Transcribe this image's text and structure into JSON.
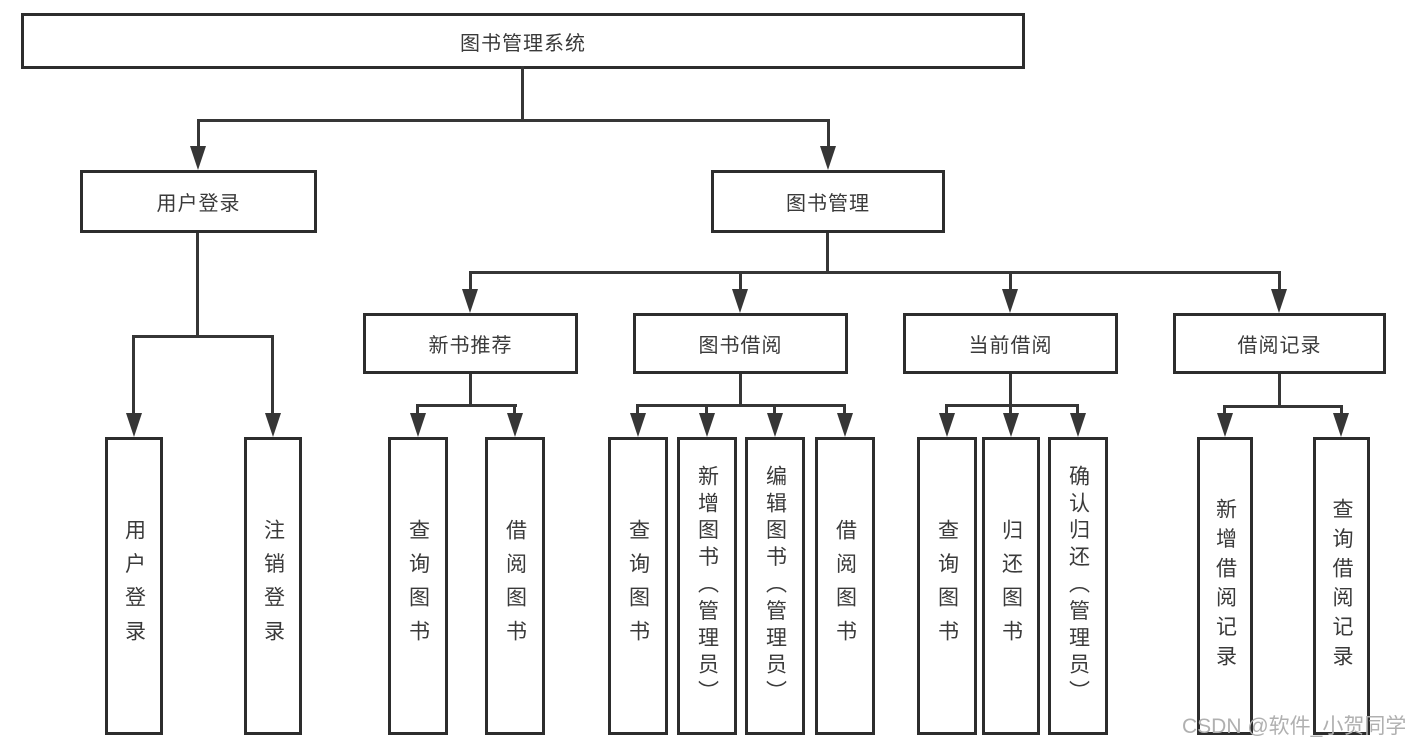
{
  "diagram_title": "图书管理系统",
  "watermark": "CSDN @软件_小贺同学",
  "colors": {
    "background": "#ffffff",
    "box_border": "#2d2d2d",
    "box_fill": "#ffffff",
    "connector_line": "#363636",
    "text": "#3a3a3a",
    "watermark_text": "#b0b0b0"
  },
  "tree": {
    "label": "图书管理系统",
    "children": [
      {
        "label": "用户登录",
        "children": [
          {
            "label": "用户登录"
          },
          {
            "label": "注销登录"
          }
        ]
      },
      {
        "label": "图书管理",
        "children": [
          {
            "label": "新书推荐",
            "children": [
              {
                "label": "查询图书"
              },
              {
                "label": "借阅图书"
              }
            ]
          },
          {
            "label": "图书借阅",
            "children": [
              {
                "label": "查询图书"
              },
              {
                "label": "新增图书（管理员）"
              },
              {
                "label": "编辑图书（管理员）"
              },
              {
                "label": "借阅图书"
              }
            ]
          },
          {
            "label": "当前借阅",
            "children": [
              {
                "label": "查询图书"
              },
              {
                "label": "归还图书"
              },
              {
                "label": "确认归还（管理员）"
              }
            ]
          },
          {
            "label": "借阅记录",
            "children": [
              {
                "label": "新增借阅记录"
              },
              {
                "label": "查询借阅记录"
              }
            ]
          }
        ]
      }
    ]
  }
}
